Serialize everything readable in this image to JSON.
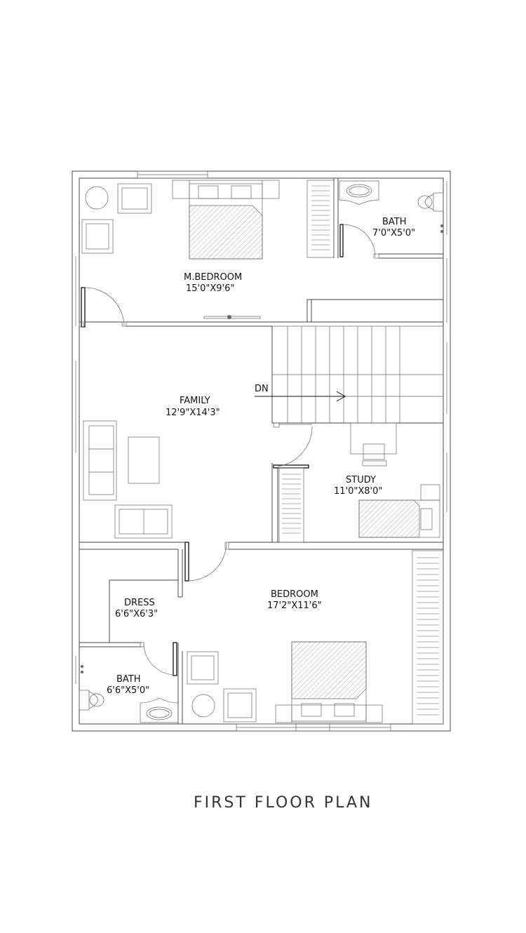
{
  "rooms": {
    "master_bedroom": {
      "name": "M.BEDROOM",
      "size": "15'0\"X9'6\""
    },
    "bath_top": {
      "name": "BATH",
      "size": "7'0\"X5'0\""
    },
    "family": {
      "name": "FAMILY",
      "size": "12'9\"X14'3\""
    },
    "study": {
      "name": "STUDY",
      "size": "11'0\"X8'0\""
    },
    "bedroom": {
      "name": "BEDROOM",
      "size": "17'2\"X11'6\""
    },
    "dress": {
      "name": "DRESS",
      "size": "6'6\"X6'3\""
    },
    "bath_bottom": {
      "name": "BATH",
      "size": "6'6\"X5'0\""
    }
  },
  "stair_label": "DN",
  "title": "FIRST FLOOR PLAN"
}
